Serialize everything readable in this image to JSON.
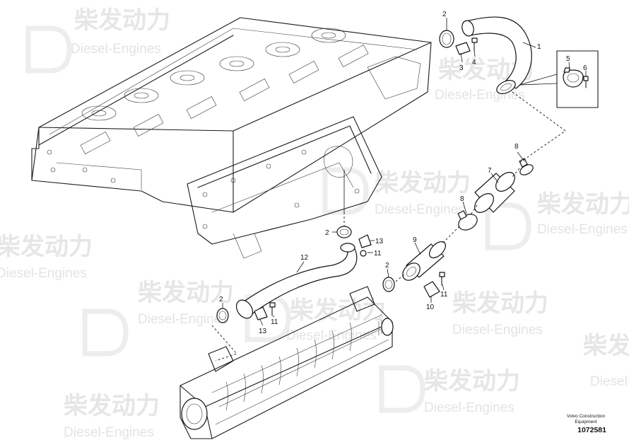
{
  "watermark": {
    "cn_text": "柴发动力",
    "en_text": "Diesel-Engines"
  },
  "callouts": {
    "c1": "1",
    "c2a": "2",
    "c2b": "2",
    "c2c": "2",
    "c2d": "2",
    "c3": "3",
    "c4": "4",
    "c5": "5",
    "c6": "6",
    "c7": "7",
    "c8a": "8",
    "c8b": "8",
    "c9": "9",
    "c10": "10",
    "c11a": "11",
    "c11b": "11",
    "c11c": "11",
    "c12": "12",
    "c13a": "13",
    "c13b": "13"
  },
  "footer": {
    "brand": "Volvo Construction Equipment",
    "code": "1072581"
  }
}
